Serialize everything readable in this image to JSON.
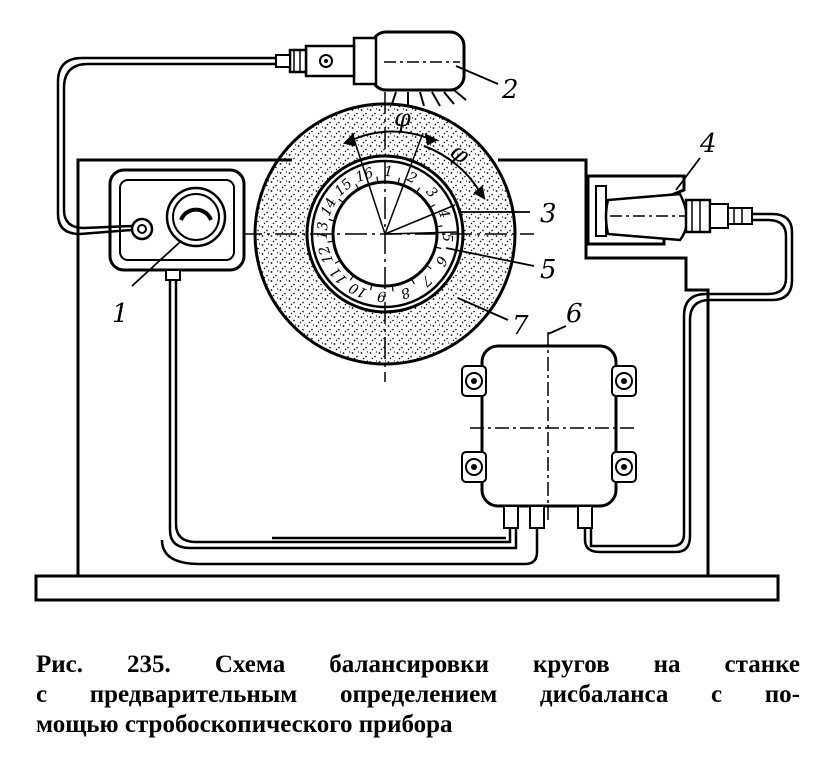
{
  "diagram": {
    "callouts": [
      {
        "id": "1",
        "label": "1"
      },
      {
        "id": "2",
        "label": "2"
      },
      {
        "id": "3",
        "label": "3"
      },
      {
        "id": "4",
        "label": "4"
      },
      {
        "id": "5",
        "label": "5"
      },
      {
        "id": "6",
        "label": "6"
      },
      {
        "id": "7",
        "label": "7"
      }
    ],
    "angle_labels": {
      "phi": "φ",
      "phi_prime": "φ"
    },
    "dial_numbers": [
      "1",
      "2",
      "3",
      "4",
      "5",
      "6",
      "7",
      "8",
      "9",
      "10",
      "11",
      "12",
      "13",
      "14",
      "15",
      "16"
    ]
  },
  "caption": {
    "line1": "Рис. 235. Схема балансировки кругов на станке",
    "line2": "с предварительным определением дисбаланса с по-",
    "line3": "мощью стробоскопического прибора"
  }
}
